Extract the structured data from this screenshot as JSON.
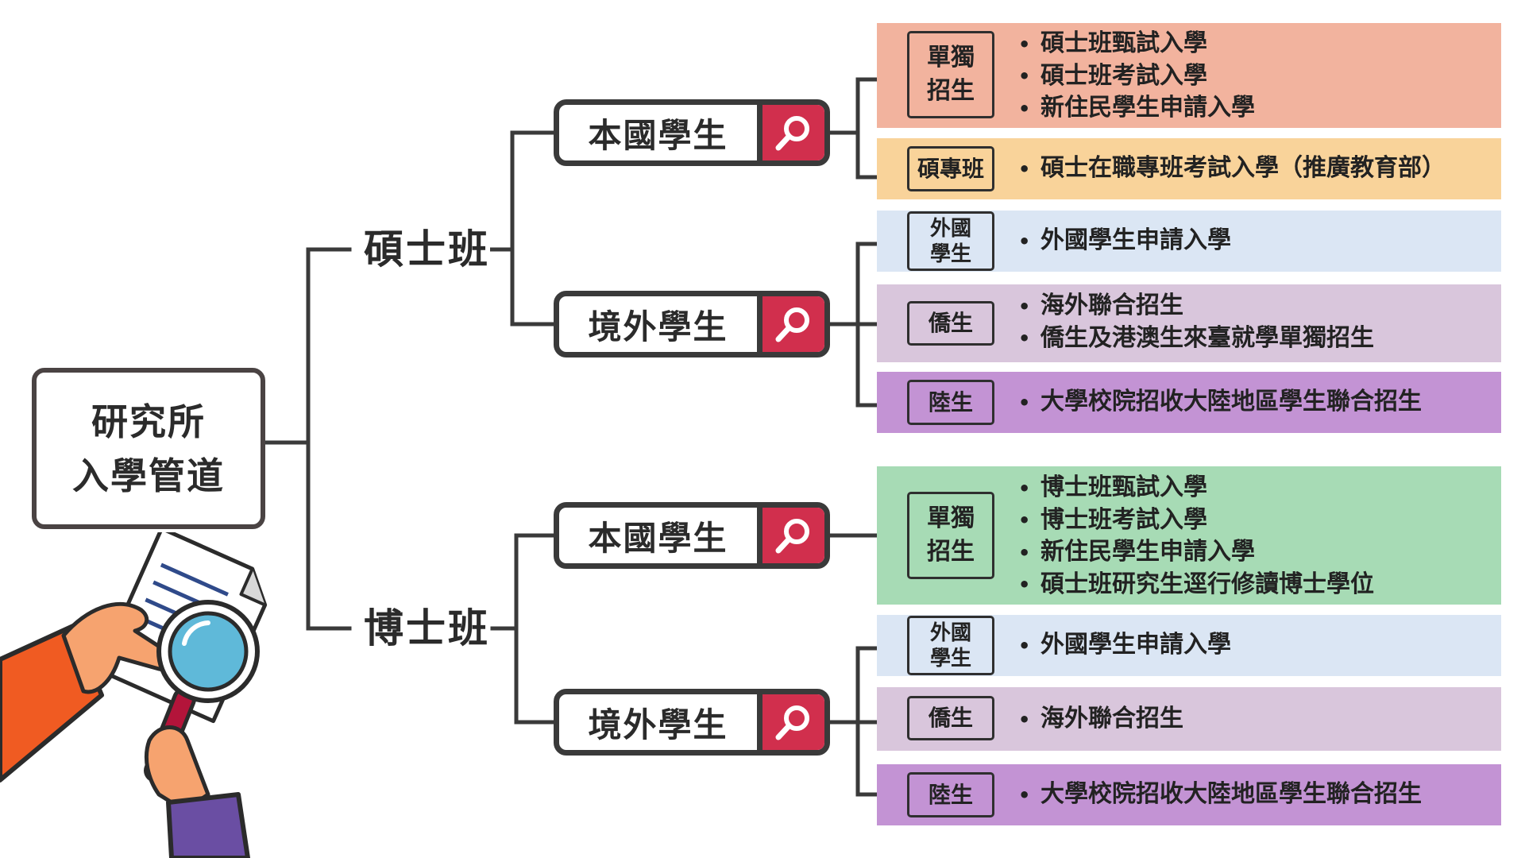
{
  "root": {
    "line1": "研究所",
    "line2": "入學管道"
  },
  "levels": {
    "master": "碩士班",
    "doctor": "博士班"
  },
  "pills": {
    "master_domestic": "本國學生",
    "master_overseas": "境外學生",
    "doctor_domestic": "本國學生",
    "doctor_overseas": "境外學生"
  },
  "icons": {
    "pill_icon": "search-magnifier-icon",
    "illustration": "hands-holding-document-and-magnifier-icon"
  },
  "colors": {
    "salmon": "#f2b39e",
    "orange": "#f9d39a",
    "blue": "#dbe6f4",
    "lilac": "#d9c6dc",
    "purple": "#c393d4",
    "green": "#a7dbb5",
    "search_red": "#d12f4d",
    "outline": "#3a3a3a"
  },
  "bands": [
    {
      "id": "m-single",
      "tag": [
        "單獨",
        "招生"
      ],
      "items": [
        "碩士班甄試入學",
        "碩士班考試入學",
        "新住民學生申請入學"
      ]
    },
    {
      "id": "m-prof",
      "tag": [
        "碩專班"
      ],
      "items": [
        "碩士在職專班考試入學（推廣教育部）"
      ]
    },
    {
      "id": "m-foreign",
      "tag": [
        "外國",
        "學生"
      ],
      "items": [
        "外國學生申請入學"
      ]
    },
    {
      "id": "m-overseas",
      "tag": [
        "僑生"
      ],
      "items": [
        "海外聯合招生",
        "僑生及港澳生來臺就學單獨招生"
      ]
    },
    {
      "id": "m-mainland",
      "tag": [
        "陸生"
      ],
      "items": [
        "大學校院招收大陸地區學生聯合招生"
      ]
    },
    {
      "id": "d-single",
      "tag": [
        "單獨",
        "招生"
      ],
      "items": [
        "博士班甄試入學",
        "博士班考試入學",
        "新住民學生申請入學",
        "碩士班研究生逕行修讀博士學位"
      ]
    },
    {
      "id": "d-foreign",
      "tag": [
        "外國",
        "學生"
      ],
      "items": [
        "外國學生申請入學"
      ]
    },
    {
      "id": "d-overseas",
      "tag": [
        "僑生"
      ],
      "items": [
        "海外聯合招生"
      ]
    },
    {
      "id": "d-mainland",
      "tag": [
        "陸生"
      ],
      "items": [
        "大學校院招收大陸地區學生聯合招生"
      ]
    }
  ]
}
